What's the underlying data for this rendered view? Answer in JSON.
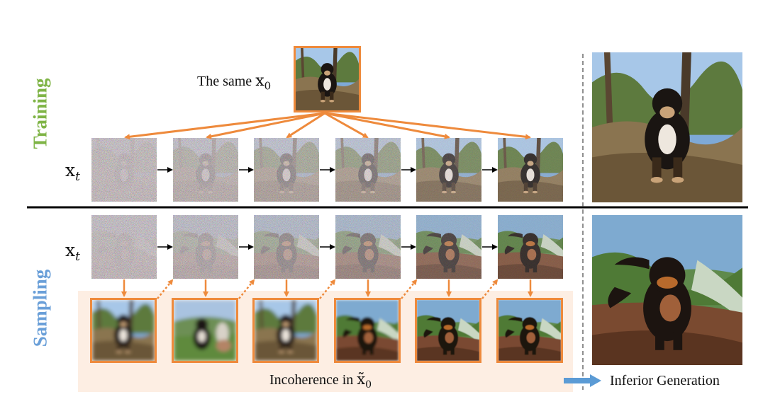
{
  "labels": {
    "training": "Training",
    "sampling": "Sampling",
    "same_x0_prefix": "The same",
    "x0_symbol": "x",
    "x0_sub": "0",
    "xt_symbol": "x",
    "xt_sub": "t",
    "incoherence_prefix": "Incoherence in",
    "incoherence_symbol": "x̃",
    "incoherence_sub": "0",
    "inferior_generation": "Inferior Generation"
  },
  "colors": {
    "training_label": "#7fb446",
    "sampling_label": "#6a9fd8",
    "accent_orange": "#ee8a3c",
    "sampling_band": "#fdeee3",
    "arrow_blue": "#5b9bd5"
  },
  "rows": {
    "training_noise_levels": [
      0.95,
      0.85,
      0.72,
      0.6,
      0.3,
      0.18
    ],
    "sampling_noise_levels": [
      0.95,
      0.85,
      0.72,
      0.6,
      0.3,
      0.18
    ],
    "prediction_blur": [
      "heavy",
      "heavy",
      "heavy",
      "medium",
      "light",
      "light"
    ]
  }
}
